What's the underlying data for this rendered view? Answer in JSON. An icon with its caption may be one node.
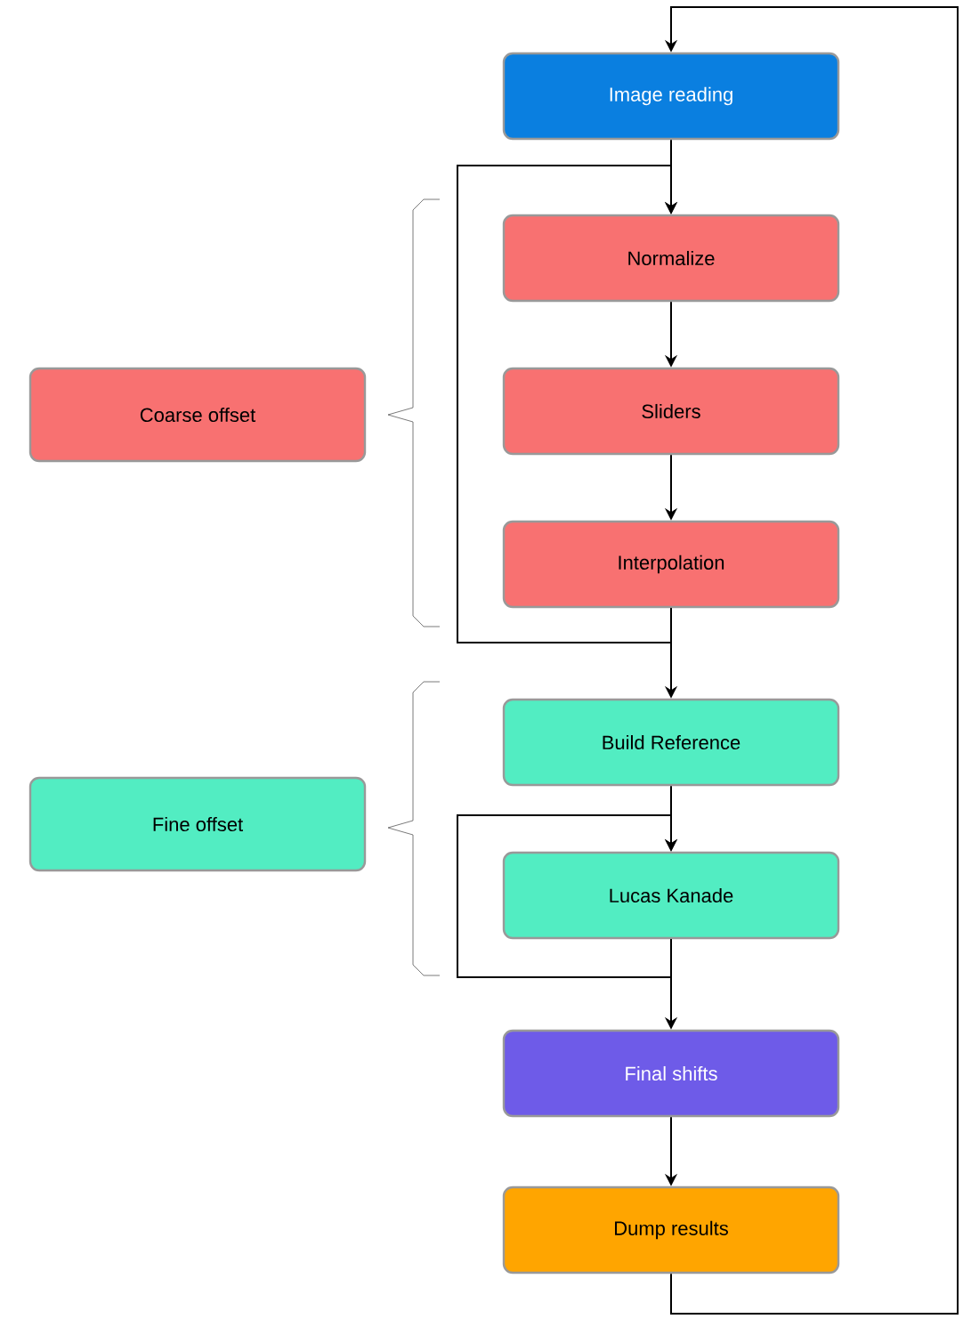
{
  "diagram": {
    "nodes": [
      {
        "text": [
          "Image reading"
        ]
      },
      {
        "text": [
          "Normalize"
        ]
      },
      {
        "text": [
          "Sliders"
        ]
      },
      {
        "text": [
          "Interpolation"
        ]
      },
      {
        "text": [
          "Build Reference"
        ]
      },
      {
        "text": [
          "Lucas Kanade"
        ]
      },
      {
        "text": [
          "Final shifts"
        ]
      },
      {
        "text": [
          "Dump results"
        ]
      },
      {
        "text": [
          "Coarse offset"
        ]
      },
      {
        "text": [
          "Fine offset"
        ]
      }
    ],
    "edges": [
      {
        "from": 0,
        "to": 1,
        "arrow": "to"
      },
      {
        "from": 1,
        "to": 2,
        "arrow": "to"
      },
      {
        "from": 2,
        "to": 3,
        "arrow": "to"
      },
      {
        "from": 3,
        "to": 1,
        "arrow": "to"
      },
      {
        "from": 3,
        "to": 4,
        "arrow": "to"
      },
      {
        "from": 4,
        "to": 5,
        "arrow": "to"
      },
      {
        "from": 5,
        "to": 5,
        "arrow": "to"
      },
      {
        "from": 5,
        "to": 6,
        "arrow": "to"
      },
      {
        "from": 6,
        "to": 7,
        "arrow": "to"
      },
      {
        "from": 7,
        "to": 0,
        "arrow": "to"
      }
    ]
  }
}
